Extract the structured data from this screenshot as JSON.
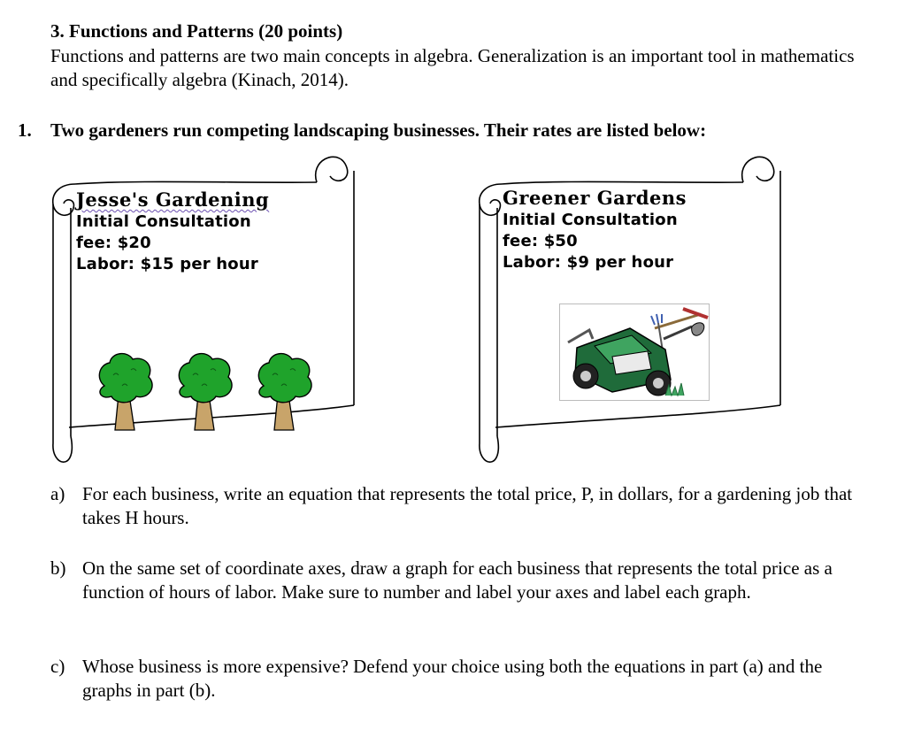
{
  "section": {
    "title": "3. Functions and Patterns (20 points)",
    "intro": "Functions and patterns are two main concepts in algebra.  Generalization is an important tool in mathematics and specifically algebra (Kinach, 2014)."
  },
  "question": {
    "number": "1.",
    "text": "Two gardeners run competing landscaping businesses.  Their rates are listed below:"
  },
  "businesses": [
    {
      "name": "Jesse's Gardening",
      "line1": "Initial Consultation",
      "line2": "fee: $20",
      "line3": "Labor: $15 per hour",
      "image": "tree-icons"
    },
    {
      "name": "Greener Gardens",
      "line1": "Initial Consultation",
      "line2": "fee: $50",
      "line3": "Labor: $9 per hour",
      "image": "lawn-mower-icon"
    }
  ],
  "parts": [
    {
      "label": "a)",
      "text": "For each business, write an equation that represents the total price, P, in dollars, for a gardening job that takes H hours."
    },
    {
      "label": "b)",
      "text": "On the same set of coordinate axes, draw a graph for each business that represents the total price as a function of hours of labor. Make sure to number and label your axes and label each graph."
    },
    {
      "label": "c)",
      "text": "Whose business is more expensive?  Defend your choice using both the equations in part (a) and the graphs in part (b)."
    }
  ],
  "colors": {
    "tree_leaf": "#1fa32b",
    "tree_trunk": "#c8a46a",
    "mower_green": "#1f6b3a",
    "squiggle": "#6b4fb0"
  }
}
